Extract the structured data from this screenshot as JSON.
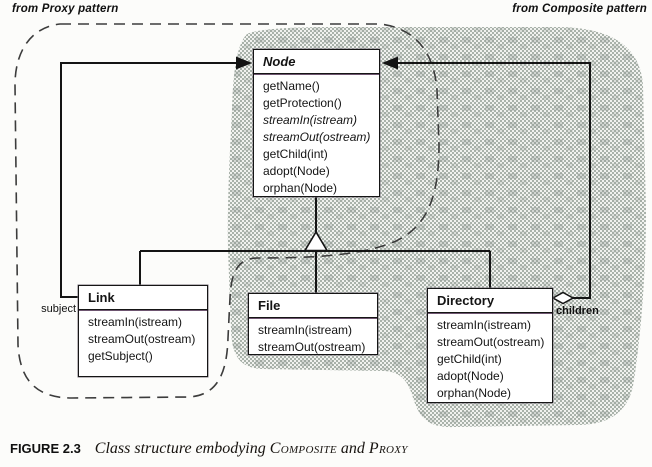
{
  "regions": {
    "proxy_label": "from Proxy pattern",
    "composite_label": "from Composite pattern"
  },
  "classes": {
    "node": {
      "name": "Node",
      "methods": [
        {
          "text": "getName()",
          "abstract": false
        },
        {
          "text": "getProtection()",
          "abstract": false
        },
        {
          "text": "streamIn(istream)",
          "abstract": true
        },
        {
          "text": "streamOut(ostream)",
          "abstract": true
        },
        {
          "text": "getChild(int)",
          "abstract": false
        },
        {
          "text": "adopt(Node)",
          "abstract": false
        },
        {
          "text": "orphan(Node)",
          "abstract": false
        }
      ]
    },
    "link": {
      "name": "Link",
      "methods": [
        {
          "text": "streamIn(istream)",
          "abstract": false
        },
        {
          "text": "streamOut(ostream)",
          "abstract": false
        },
        {
          "text": "getSubject()",
          "abstract": false
        }
      ]
    },
    "file": {
      "name": "File",
      "methods": [
        {
          "text": "streamIn(istream)",
          "abstract": false
        },
        {
          "text": "streamOut(ostream)",
          "abstract": false
        }
      ]
    },
    "directory": {
      "name": "Directory",
      "methods": [
        {
          "text": "streamIn(istream)",
          "abstract": false
        },
        {
          "text": "streamOut(ostream)",
          "abstract": false
        },
        {
          "text": "getChild(int)",
          "abstract": false
        },
        {
          "text": "adopt(Node)",
          "abstract": false
        },
        {
          "text": "orphan(Node)",
          "abstract": false
        }
      ]
    }
  },
  "relationship_labels": {
    "subject": "subject",
    "children": "children"
  },
  "caption": {
    "figure_label": "FIGURE 2.3",
    "text_prefix": "Class structure embodying",
    "pattern_a": "Composite",
    "conjunction": "and",
    "pattern_b": "Proxy"
  },
  "colors": {
    "line": "#141414",
    "box_background": "#ffffff",
    "composite_shading": "#a9b2aa",
    "page_background": "#fcfcfa"
  }
}
